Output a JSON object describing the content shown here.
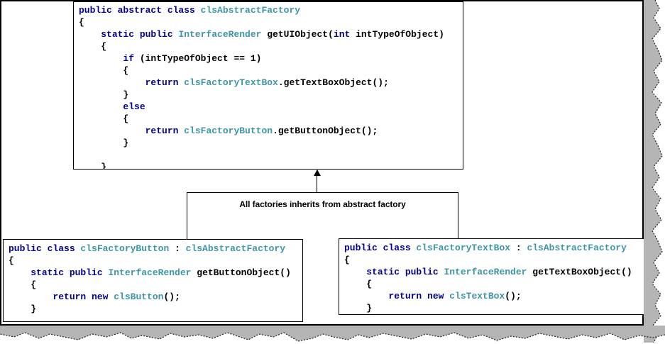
{
  "annotation": {
    "label": "All factories inherits from abstract factory"
  },
  "colors": {
    "keyword": "#00008B",
    "type_name": "#3C96A8",
    "plain": "#000000",
    "box_border": "#000000",
    "torn_gray": "#b5b5b5"
  },
  "boxes": {
    "abstract_factory": {
      "lines": [
        [
          [
            "k",
            "public abstract class "
          ],
          [
            "t",
            "clsAbstractFactory"
          ]
        ],
        [
          [
            "p",
            "{"
          ]
        ],
        [
          [
            "p",
            "    "
          ],
          [
            "k",
            "static public "
          ],
          [
            "t",
            "InterfaceRender"
          ],
          [
            "p",
            " getUIObject("
          ],
          [
            "k",
            "int"
          ],
          [
            "p",
            " intTypeOfObject)"
          ]
        ],
        [
          [
            "p",
            "    {"
          ]
        ],
        [
          [
            "p",
            "        "
          ],
          [
            "k",
            "if"
          ],
          [
            "p",
            " (intTypeOfObject == 1)"
          ]
        ],
        [
          [
            "p",
            "        {"
          ]
        ],
        [
          [
            "p",
            "            "
          ],
          [
            "k",
            "return "
          ],
          [
            "t",
            "clsFactoryTextBox"
          ],
          [
            "p",
            ".getTextBoxObject();"
          ]
        ],
        [
          [
            "p",
            "        }"
          ]
        ],
        [
          [
            "p",
            "        "
          ],
          [
            "k",
            "else"
          ]
        ],
        [
          [
            "p",
            "        {"
          ]
        ],
        [
          [
            "p",
            "            "
          ],
          [
            "k",
            "return "
          ],
          [
            "t",
            "clsFactoryButton"
          ],
          [
            "p",
            ".getButtonObject();"
          ]
        ],
        [
          [
            "p",
            "        }"
          ]
        ],
        [],
        [
          [
            "p",
            "    }"
          ]
        ]
      ]
    },
    "factory_button": {
      "lines": [
        [
          [
            "k",
            "public class "
          ],
          [
            "t",
            "clsFactoryButton"
          ],
          [
            "p",
            " : "
          ],
          [
            "t",
            "clsAbstractFactory"
          ]
        ],
        [
          [
            "p",
            "{"
          ]
        ],
        [
          [
            "p",
            "    "
          ],
          [
            "k",
            "static public "
          ],
          [
            "t",
            "InterfaceRender"
          ],
          [
            "p",
            " getButtonObject()"
          ]
        ],
        [
          [
            "p",
            "    {"
          ]
        ],
        [
          [
            "p",
            "        "
          ],
          [
            "k",
            "return new "
          ],
          [
            "t",
            "clsButton"
          ],
          [
            "p",
            "();"
          ]
        ],
        [
          [
            "p",
            "    }"
          ]
        ]
      ]
    },
    "factory_textbox": {
      "lines": [
        [
          [
            "k",
            "public class "
          ],
          [
            "t",
            "clsFactoryTextBox"
          ],
          [
            "p",
            " : "
          ],
          [
            "t",
            "clsAbstractFactory"
          ]
        ],
        [
          [
            "p",
            "{"
          ]
        ],
        [
          [
            "p",
            "    "
          ],
          [
            "k",
            "static public "
          ],
          [
            "t",
            "InterfaceRender"
          ],
          [
            "p",
            " getTextBoxObject()"
          ]
        ],
        [
          [
            "p",
            "    {"
          ]
        ],
        [
          [
            "p",
            "        "
          ],
          [
            "k",
            "return new "
          ],
          [
            "t",
            "clsTextBox"
          ],
          [
            "p",
            "();"
          ]
        ],
        [
          [
            "p",
            "    }"
          ]
        ]
      ]
    }
  }
}
